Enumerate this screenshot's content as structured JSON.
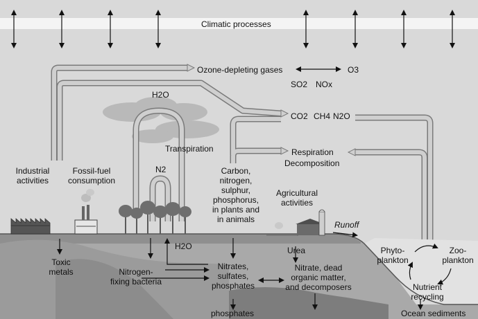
{
  "labels": {
    "climatic": "Climatic processes",
    "ozone_gases": "Ozone-depleting gases",
    "o3": "O3",
    "so2": "SO2",
    "nox": "NOx",
    "co2": "CO2",
    "ch4": "CH4",
    "n2o": "N2O",
    "h2o_top": "H2O",
    "transpiration": "Transpiration",
    "respiration": "Respiration",
    "decomposition": "Decomposition",
    "industrial": "Industrial\nactivities",
    "fossil": "Fossil-fuel\nconsumption",
    "n2": "N2",
    "cnsp": "Carbon,\nnitrogen,\nsulphur,\nphosphorus,\nin plants and\nin animals",
    "agricultural": "Agricultural\nactivities",
    "runoff": "Runoff",
    "h2o_ground": "H2O",
    "urea": "Urea",
    "toxic": "Toxic\nmetals",
    "nfixing": "Nitrogen-\nfixing bacteria",
    "nitrates": "Nitrates,\nsulfates,\nphosphates",
    "nitrate_dead": "Nitrate, dead\norganic matter,\nand decomposers",
    "phyto": "Phyto-\nplankton",
    "zoo": "Zoo-\nplankton",
    "nutrient": "Nutrient\nrecycling",
    "phosphates": "phosphates",
    "ocean_sediments": "Ocean sediments"
  },
  "colors": {
    "sky": "#d9d9d9",
    "ground": "#a8a8a8",
    "pipe": "#c6c6c6",
    "cloud": "#b8b8b8"
  }
}
